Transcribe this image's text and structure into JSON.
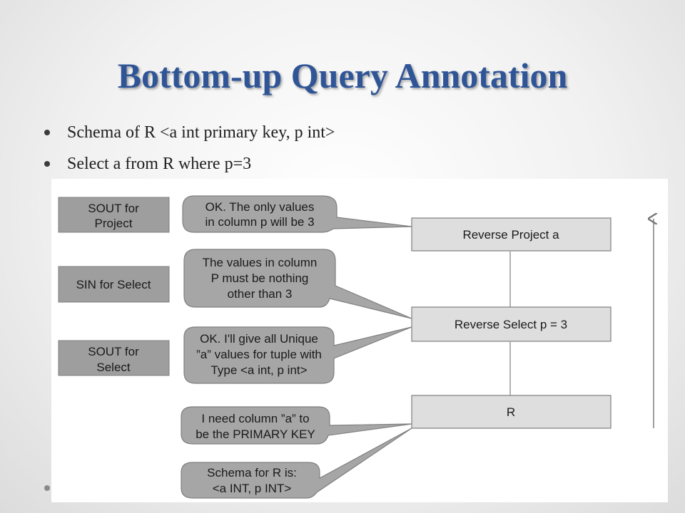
{
  "slide": {
    "title": "Bottom-up Query Annotation",
    "bullets": [
      "Schema of R <a int primary key, p int>",
      "Select a from R where  p=3"
    ]
  },
  "diagram": {
    "labels": [
      {
        "lines": [
          "SOUT for",
          "Project"
        ]
      },
      {
        "lines": [
          "SIN for Select"
        ]
      },
      {
        "lines": [
          "SOUT for",
          "Select"
        ]
      }
    ],
    "callouts": [
      {
        "lines": [
          "OK. The only values",
          "in column p will be 3"
        ]
      },
      {
        "lines": [
          "The values in column",
          "P must be nothing",
          "other than 3"
        ]
      },
      {
        "lines": [
          "OK. I'll give all Unique",
          "”a” values for tuple with",
          "Type <a int, p int>"
        ]
      },
      {
        "lines": [
          "I need column ”a” to",
          "be the PRIMARY KEY"
        ]
      },
      {
        "lines": [
          "Schema for R is:",
          "<a INT, p INT>"
        ]
      }
    ],
    "nodes": [
      {
        "label": "Reverse Project a"
      },
      {
        "label": "Reverse Select p = 3"
      },
      {
        "label": "R"
      }
    ],
    "colors": {
      "label_fill": "#9e9e9e",
      "callout_fill": "#a6a6a6",
      "node_fill": "#dedede",
      "stroke": "#7f7f7f"
    }
  }
}
